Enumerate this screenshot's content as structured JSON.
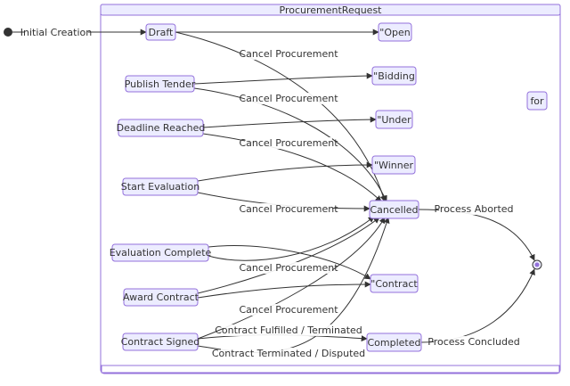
{
  "diagram": {
    "container": {
      "title": "ProcurementRequest"
    },
    "states": {
      "draft": "Draft",
      "publish_tender": "Publish Tender",
      "deadline_reached": "Deadline Reached",
      "start_evaluation": "Start Evaluation",
      "evaluation_complete": "Evaluation Complete",
      "award_contract": "Award Contract",
      "contract_signed": "Contract Signed",
      "open": "\"Open",
      "bidding": "\"Bidding",
      "under": "\"Under",
      "winner": "\"Winner",
      "contract": "\"Contract",
      "cancelled": "Cancelled",
      "completed": "Completed",
      "for": "for"
    },
    "transitions": {
      "initial_creation": "Initial Creation",
      "cancel_procurement": "Cancel Procurement",
      "process_aborted": "Process Aborted",
      "contract_fulfilled": "Contract Fulfilled / Terminated",
      "contract_terminated": "Contract Terminated / Disputed",
      "process_concluded": "Process Concluded"
    }
  }
}
